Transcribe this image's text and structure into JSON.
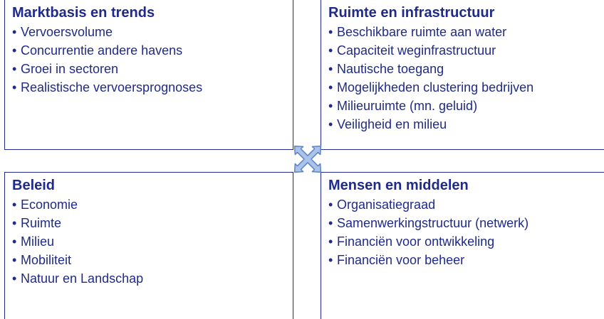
{
  "quadrants": {
    "top_left": {
      "title": "Marktbasis en trends",
      "items": [
        "Vervoersvolume",
        "Concurrentie andere havens",
        "Groei in sectoren",
        "Realistische vervoersprognoses"
      ]
    },
    "top_right": {
      "title": "Ruimte en infrastructuur",
      "items": [
        "Beschikbare ruimte aan water",
        "Capaciteit weginfrastructuur",
        "Nautische toegang",
        "Mogelijkheden clustering bedrijven",
        "Milieuruimte (mn. geluid)",
        "Veiligheid en milieu"
      ]
    },
    "bottom_left": {
      "title": "Beleid",
      "items": [
        "Economie",
        "Ruimte",
        "Milieu",
        "Mobiliteit",
        "Natuur en Landschap"
      ]
    },
    "bottom_right": {
      "title": "Mensen en middelen",
      "items": [
        "Organisatiegraad",
        "Samenwerkingstructuur (netwerk)",
        "Financiën voor ontwikkeling",
        "Financiën voor beheer"
      ]
    }
  },
  "center_icon": "four-way-arrows-icon",
  "colors": {
    "text": "#1f2a8a",
    "border": "#1f2a8a",
    "arrow_fill": "#a9c3ea",
    "arrow_stroke": "#5f82c4"
  }
}
